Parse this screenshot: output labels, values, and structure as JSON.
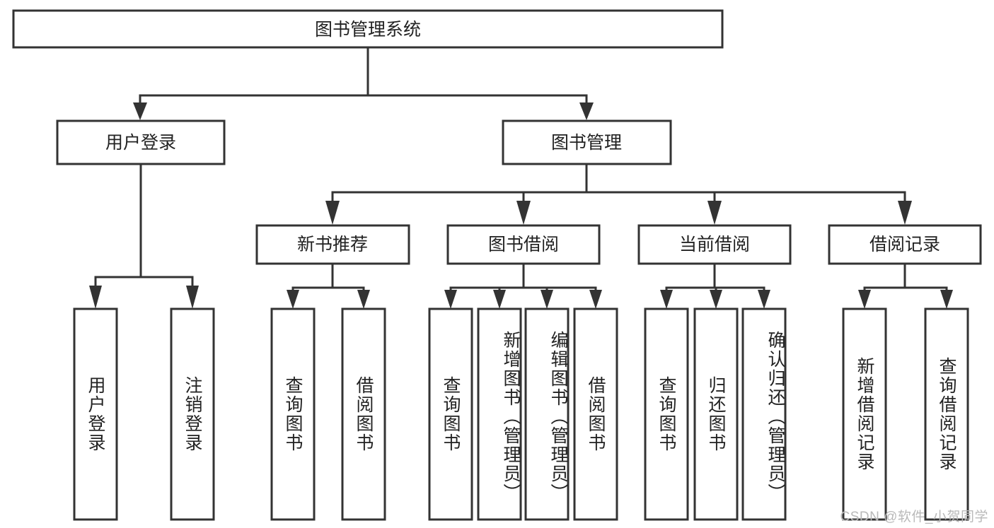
{
  "diagram": {
    "title": "图书管理系统",
    "type": "tree-hierarchy",
    "root": {
      "id": "root",
      "label": "图书管理系统"
    },
    "level2": [
      {
        "id": "user-login",
        "label": "用户登录"
      },
      {
        "id": "book-manage",
        "label": "图书管理"
      }
    ],
    "level3": [
      {
        "id": "new-book-rec",
        "label": "新书推荐",
        "parent": "book-manage"
      },
      {
        "id": "book-borrow",
        "label": "图书借阅",
        "parent": "book-manage"
      },
      {
        "id": "current-borrow",
        "label": "当前借阅",
        "parent": "book-manage"
      },
      {
        "id": "borrow-record",
        "label": "借阅记录",
        "parent": "book-manage"
      }
    ],
    "leaves": {
      "user-login": [
        {
          "id": "leaf-user-login",
          "label": "用户登录"
        },
        {
          "id": "leaf-user-logout",
          "label": "注销登录"
        }
      ],
      "new-book-rec": [
        {
          "id": "leaf-query-book-1",
          "label": "查询图书"
        },
        {
          "id": "leaf-borrow-book-1",
          "label": "借阅图书"
        }
      ],
      "book-borrow": [
        {
          "id": "leaf-query-book-2",
          "label": "查询图书"
        },
        {
          "id": "leaf-add-book",
          "label": "新增图书（管理员）"
        },
        {
          "id": "leaf-edit-book",
          "label": "编辑图书（管理员）"
        },
        {
          "id": "leaf-borrow-book-2",
          "label": "借阅图书"
        }
      ],
      "current-borrow": [
        {
          "id": "leaf-query-book-3",
          "label": "查询图书"
        },
        {
          "id": "leaf-return-book",
          "label": "归还图书"
        },
        {
          "id": "leaf-confirm-return",
          "label": "确认归还（管理员）"
        }
      ],
      "borrow-record": [
        {
          "id": "leaf-add-record",
          "label": "新增借阅记录"
        },
        {
          "id": "leaf-query-record",
          "label": "查询借阅记录"
        }
      ]
    }
  },
  "watermark": {
    "text": "CSDN @软件_小贺同学"
  },
  "colors": {
    "stroke": "#333333",
    "box_fill": "#ffffff",
    "text": "#222222",
    "watermark": "#b9b9b9",
    "background": "#ffffff"
  }
}
